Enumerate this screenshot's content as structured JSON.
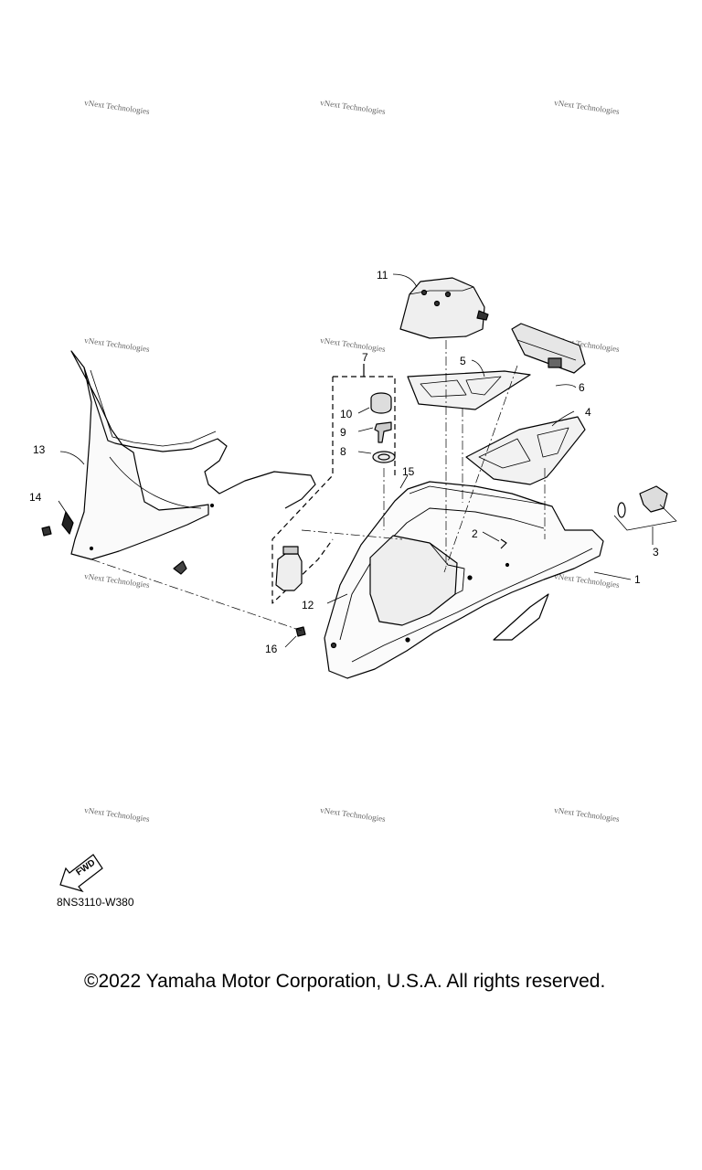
{
  "watermark": "vNext Technologies",
  "callouts": [
    "1",
    "2",
    "3",
    "4",
    "5",
    "6",
    "7",
    "8",
    "9",
    "10",
    "11",
    "12",
    "13",
    "14",
    "15",
    "16"
  ],
  "fwd_label": "FWD",
  "diagram_code": "8NS3110-W380",
  "copyright": "©2022 Yamaha Motor Corporation, U.S.A. All rights reserved."
}
